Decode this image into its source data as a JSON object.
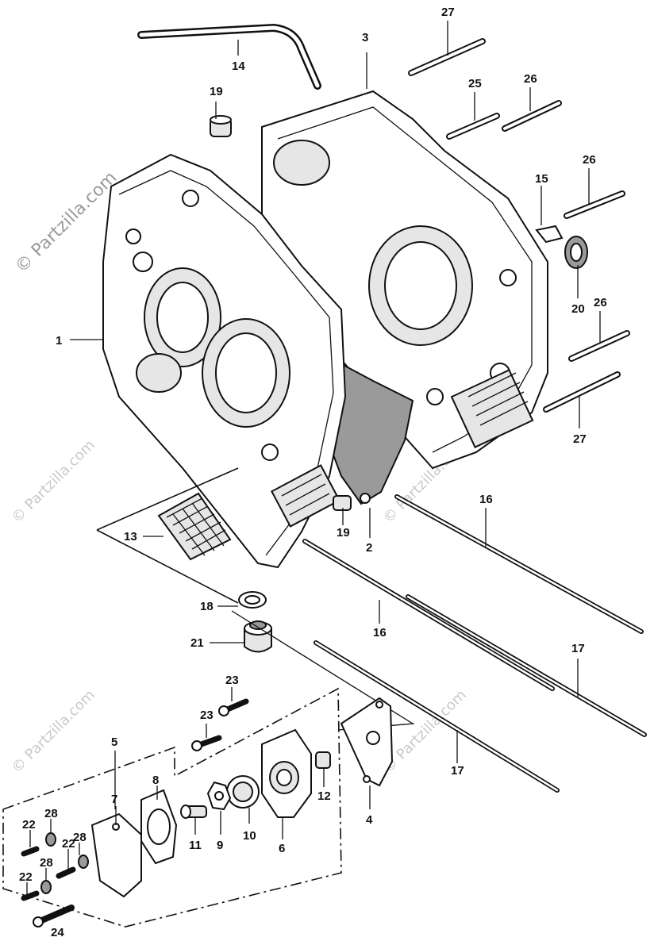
{
  "watermark": {
    "copyright": "© Partzilla.com",
    "text": "© Partzilla.com"
  },
  "callouts": {
    "c1": "1",
    "c2": "2",
    "c3": "3",
    "c4": "4",
    "c5": "5",
    "c6": "6",
    "c7": "7",
    "c8": "8",
    "c9": "9",
    "c10": "10",
    "c11": "11",
    "c12": "12",
    "c13": "13",
    "c14": "14",
    "c15": "15",
    "c16a": "16",
    "c16b": "16",
    "c17a": "17",
    "c17b": "17",
    "c18": "18",
    "c19a": "19",
    "c19b": "19",
    "c20": "20",
    "c21": "21",
    "c22a": "22",
    "c22b": "22",
    "c22c": "22",
    "c23a": "23",
    "c23b": "23",
    "c24": "24",
    "c25": "25",
    "c26a": "26",
    "c26b": "26",
    "c26c": "26",
    "c27a": "27",
    "c27b": "27",
    "c28a": "28",
    "c28b": "28",
    "c28c": "28"
  }
}
